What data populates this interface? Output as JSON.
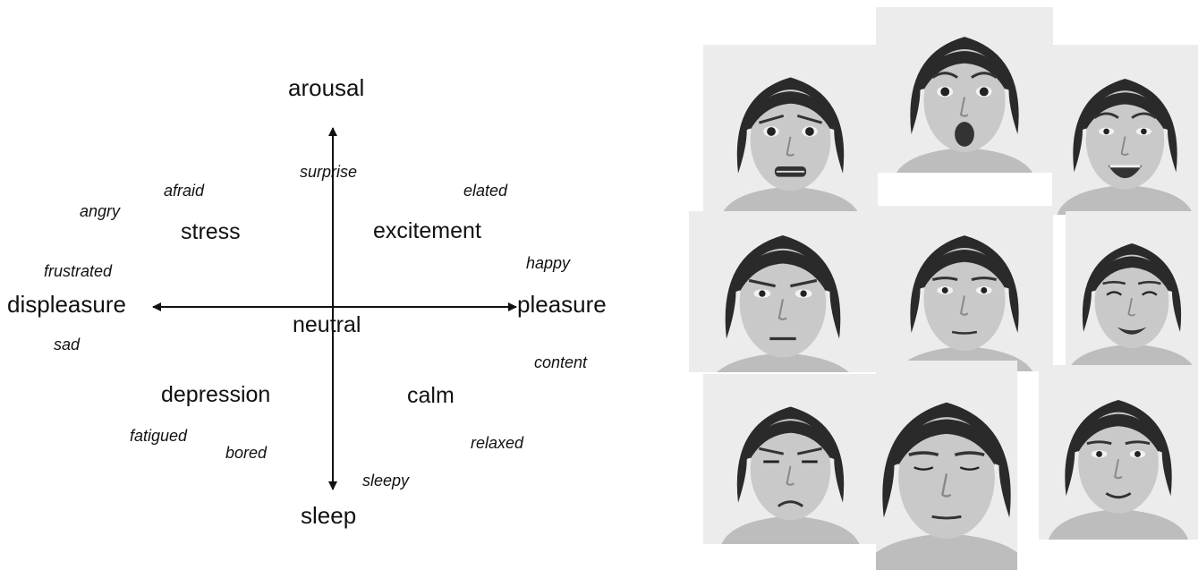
{
  "circumplex": {
    "poles": {
      "top": "arousal",
      "bottom": "sleep",
      "left": "displeasure",
      "right": "pleasure"
    },
    "center": "neutral",
    "states": {
      "upper_left": "stress",
      "upper_right": "excitement",
      "lower_left": "depression",
      "lower_right": "calm"
    },
    "emotions": {
      "surprise": "surprise",
      "afraid": "afraid",
      "angry": "angry",
      "elated": "elated",
      "happy": "happy",
      "frustrated": "frustrated",
      "sad": "sad",
      "content": "content",
      "fatigued": "fatigued",
      "bored": "bored",
      "relaxed": "relaxed",
      "sleepy": "sleepy"
    }
  },
  "faces_grid": {
    "rows": 3,
    "columns": 3,
    "colors": {
      "background": "#ececec",
      "hair": "#2a2a2a",
      "skin": "#c9c9c9",
      "shirt": "#bdbdbd"
    }
  }
}
